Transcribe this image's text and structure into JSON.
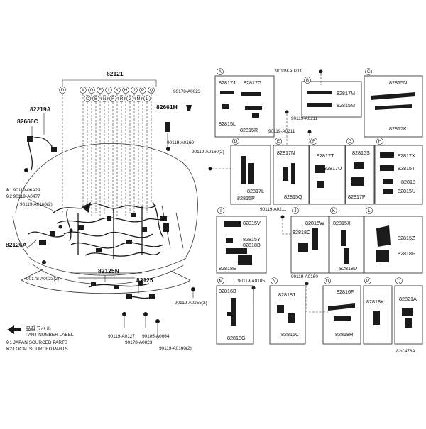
{
  "main_assembly": {
    "number": "82121",
    "column_letters_top": [
      "D",
      "A",
      "O",
      "E",
      "I",
      "K",
      "H",
      "J",
      "P",
      "Q"
    ],
    "column_letters_bottom": [
      "C",
      "B",
      "N",
      "F",
      "R",
      "G",
      "M",
      "L"
    ]
  },
  "left_callouts": {
    "p82219A": "82219A",
    "p82666C": "82666C",
    "p82126A": "82126A",
    "bolt_0629": "※1 90119-06A29",
    "bolt_0477": "※2 90119-A0477",
    "bolt_0160_2": "90119-A0160(2)",
    "bolt_0023_2": "90178-A0023(2)"
  },
  "right_callouts": {
    "nut_0023": "90178-A0023",
    "p82661H": "82661H",
    "bolt_0160": "90119-A0160"
  },
  "bottom_callouts": {
    "p82125N": "82125N",
    "p82125": "82125",
    "bolt_0255_2": "90119-A0255(2)",
    "bolt_0127": "90119-A0127",
    "nut_0064": "90105-A0064",
    "nut_0023b": "90178-A0023",
    "bolt_0160_2b": "90119-A0160(2)"
  },
  "legend": {
    "label_jp": "品番ラベル",
    "label_en": "PART NUMBER LABEL",
    "note1": "※1 JAPAN SOURCED PARTS",
    "note2": "※2 LOCAL SOURCED PARTS"
  },
  "diagram_code": "82C478A",
  "boxes": {
    "A": {
      "letter": "A",
      "parts": [
        "82817J",
        "82817G",
        "82815L",
        "82815R"
      ]
    },
    "B": {
      "letter": "B",
      "parts": [
        "82817M",
        "82815M"
      ]
    },
    "C": {
      "letter": "C",
      "parts": [
        "82815N",
        "82817K"
      ]
    },
    "D": {
      "letter": "D",
      "parts": [
        "82817L",
        "82815P"
      ]
    },
    "E": {
      "letter": "E",
      "parts": [
        "82817N",
        "82815Q"
      ]
    },
    "F": {
      "letter": "F",
      "parts": [
        "82817T",
        "82817U"
      ]
    },
    "G": {
      "letter": "G",
      "parts": [
        "82815S",
        "82817P"
      ]
    },
    "H": {
      "letter": "H",
      "parts": [
        "82817X",
        "82815T",
        "82818",
        "82815U"
      ]
    },
    "I": {
      "letter": "I",
      "parts": [
        "82815V",
        "82815Y",
        "82818B",
        "82818E"
      ]
    },
    "J": {
      "letter": "J",
      "parts": [
        "82815W",
        "82818C"
      ]
    },
    "K": {
      "letter": "K",
      "parts": [
        "82815X",
        "82818D"
      ]
    },
    "L": {
      "letter": "L",
      "parts": [
        "82815Z",
        "82818F"
      ]
    },
    "M": {
      "letter": "M",
      "parts": [
        "82816B",
        "82818G"
      ]
    },
    "N": {
      "letter": "N",
      "parts": [
        "82818J",
        "82816C"
      ]
    },
    "O": {
      "letter": "O",
      "parts": [
        "82816F",
        "82818H"
      ]
    },
    "P": {
      "letter": "P",
      "parts": [
        "82818K"
      ]
    },
    "Q": {
      "letter": "Q",
      "parts": [
        "82821A"
      ]
    }
  },
  "box_bolts": {
    "b0211_top": "90119-A0211",
    "b0211_mid": "90119-A0211",
    "b0211_mid2": "90119-A0211",
    "b0160_2": "90119-A0160(2)",
    "b0211_row3": "90119-A0211",
    "b0105": "90119-A0105",
    "b0160_row4": "90119-A0160"
  }
}
